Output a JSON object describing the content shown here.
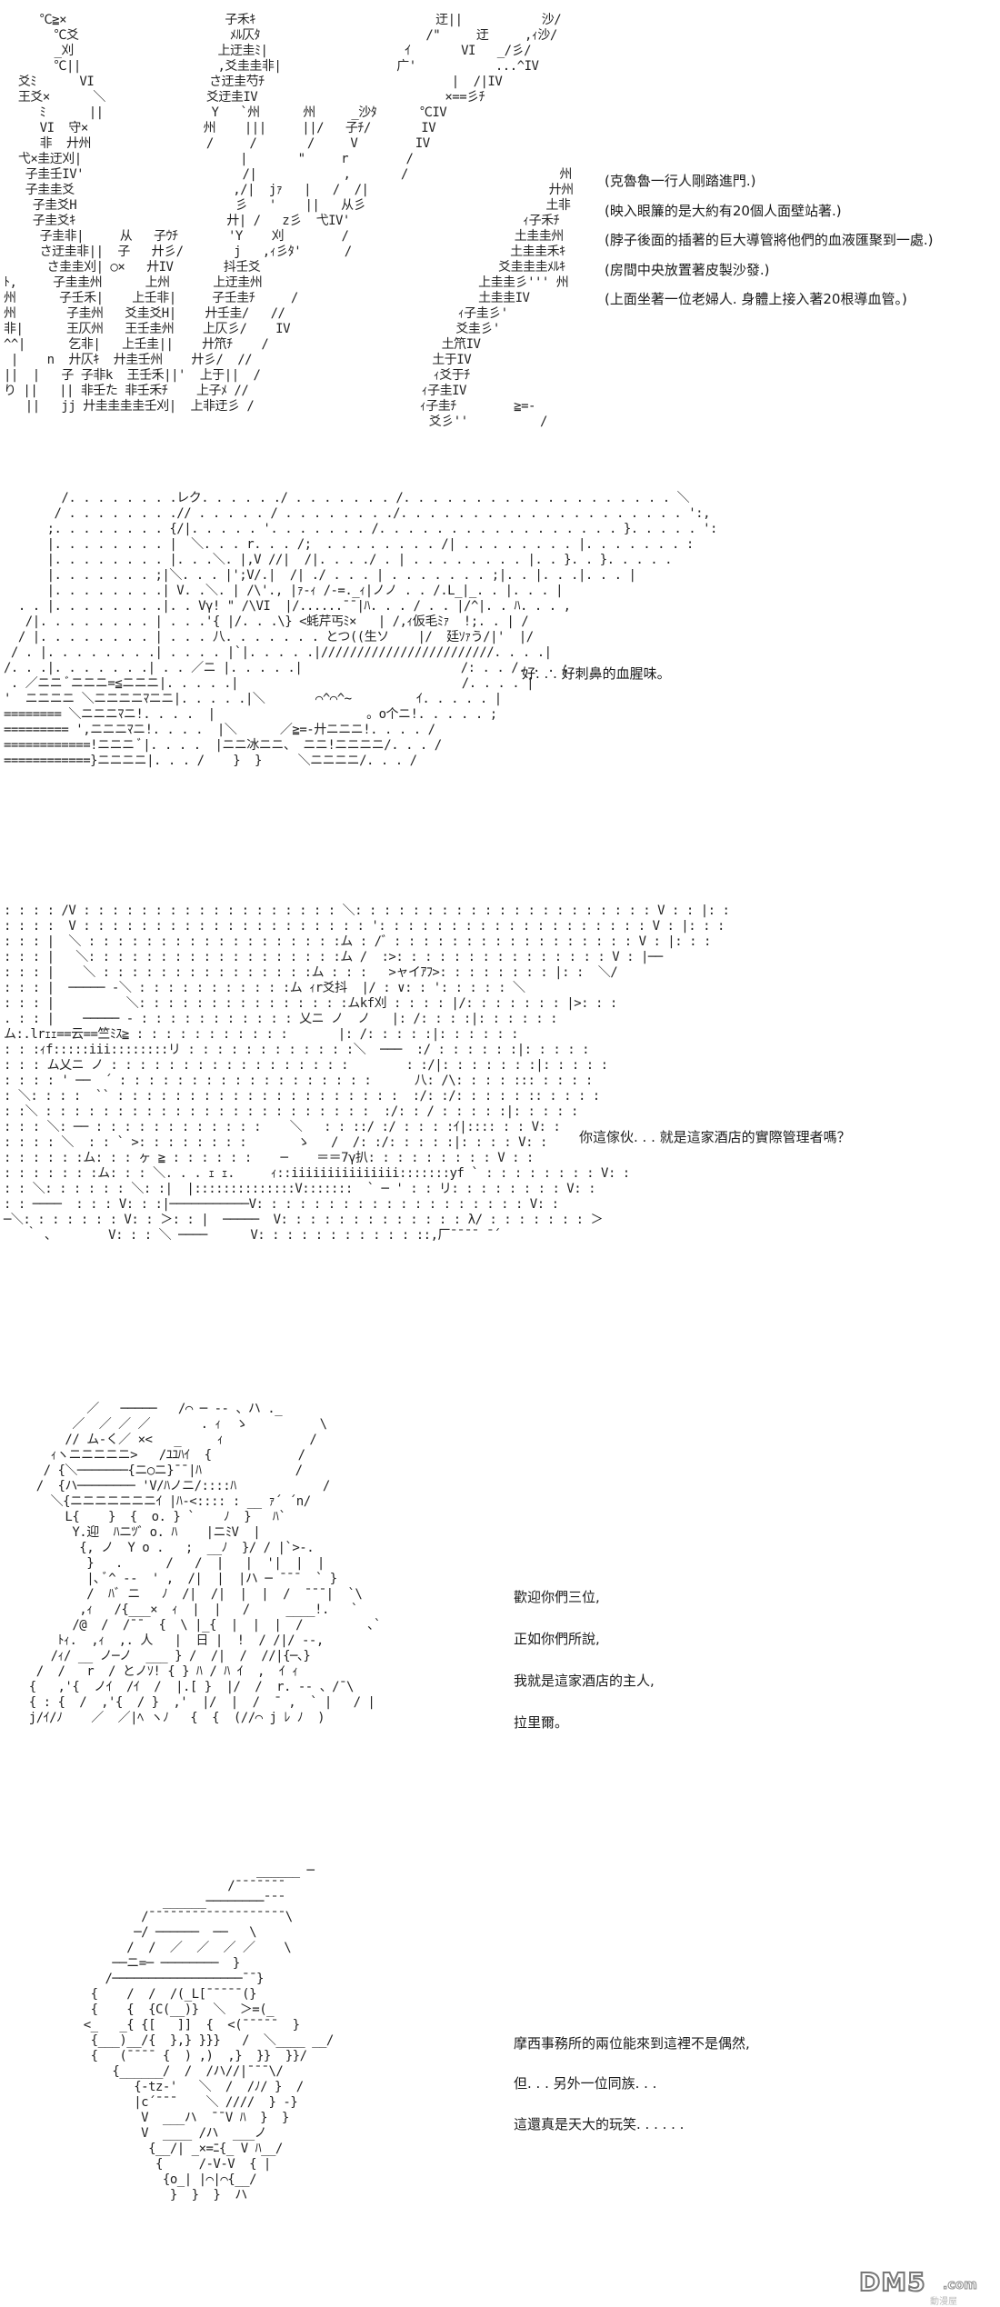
{
  "panels": [
    {
      "art": "     ℃≧×                      子禾ｷ                         迂||           沙/\n       ℃爻                     ﾒﾙ仄ﾀ                       /\"     迂     ,ｨ沙/\n       _刈                    上迂圭ﾐ|                   ｲ       VI   _/彡/\n       ℃||                   ,爻圭圭非|                广'           ...^IV\n  爻ﾐ      VI                さ迂圭芍ﾁ                          |  /|IV\n  王爻×      ＼              爻迂圭IV                          ×==彡ﾁ\n     ﾐ      ||               Y   `州      州     _沙ﾀ      ℃IV\n     VI  守×                州    |||     ||/   子ﾁ/       IV\n     非  廾州                /     /       /     V        IV\n  弋×圭迂刈|                      |       \"     r        /\n   子圭壬IV'                      /|            ,       /                     州\n   子圭圭爻                      ,/|  jｧ   |   /  /|                         廾州\n    子圭爻H                      彡   '    ||   从彡                         土非\n    子圭爻ｷ                     廾| /   z彡  弋IV'                        ｨ子禾ﾁ\n     子圭非|     从   子ｳﾁ       'Y    刈        /                       土圭圭州\n     さ迂圭非||  子   廾彡/       j   ,ｨ彡ﾀ'      /                      土圭圭禾ｷ\n      さ圭圭刈| ○×   廾IV       抖壬爻                                 爻圭圭圭ﾒﾙｷ\nﾄ,     子圭圭州      上州      上迂圭州                              上圭圭彡''' 州\n州      子壬禾|    上壬非|     子壬圭ﾁ     /                         土圭圭IV\n州       子圭州   爻圭爻H|    廾壬圭/   //                        ｨ子圭彡'\n非|      王仄州   王壬圭州    上仄彡/    IV                       爻圭彡'\n^^|      乞非|   上壬圭||    廾笊ﾁ    /                        土笊IV\n |    n  廾仄ｷ  廾圭壬州    廾彡/  //                         土于IV\n||  |   子 子非k  王壬禾||'  上于||  /                        ｨ爻于ﾁ\nり ||   || 非壬た 非壬禾ﾁ    上子ﾒ //                        ｨ子圭IV\n   ||   jj 廾圭圭圭圭壬刈|  上非迂彡 /                       ｨ子圭ﾁ        ≧=-\n                                                           爻彡''          /",
      "lines": [
        "(克魯魯一行人剛踏進門.)",
        "(映入眼簾的是大約有20個人面壁站著.)",
        "(脖子後面的插著的巨大導管將他們的血液匯聚到一處.)",
        "(房間中央放置著皮製沙發.)",
        "(上面坐著一位老婦人. 身體上接入著20根導血管。)"
      ]
    },
    {
      "art": "        /. . . . . . . .レク. . . . . ./ . . . . . . . /. . . . . . . . . . . . . . . . . . . ＼\n       / . . . . . . . .// . . . . . / . . . . . . . ./. . . . . . . . . . . . . . . . . . . . ':,\n      ;. . . . . . . . {/|. . . . . '. . . . . . . /. . . . . . . . . . . . . . . . . }. . . . . ':\n      |. . . . . . . . |  ＼. . . r. . . /;  . . . . . . . . /| . . . . . . . . |. . . . . . . :\n      |. . . . . . . . |. . .＼. |,V //|  /|. . . ./ . | . . . . . . . . |. . }. . }. . . . .\n      |. . . . . . . ;|＼. . . |';V/.|  /| ./ . . . | . . . . . . . ;|. . |. . .|. . . |\n      |. . . . . . . .| V. .＼. | /\\'., |ｧ-ｨ /-=._ｨ|ノノ . . /.L_|_. . |. . . |\n  . . |. . . . . . . .|. . Vγ! \" /\\VI  |/......¯¯|ﾊ. . . / . . |/^|. . ﾊ. . . ,\n   /|. . . . . . . . | . . .'{ |/. . .\\} <蚝芹丐ﾐ×   | /,ｨ仮毛ﾐｧ  !;. . | /\n  / |. . . . . . . . | . . . 八. . . . . . . とつ((生ソ    |/  廷ｿｧう/|'  |/\n / . |. . . . . . . .| . . . . |`|. . . . .|////////////////////////. . . .|\n/. . .|. . . . . . .| . . ／ニ |. . . . .|                      /: . . /. . . ;\n . ／ニニ ﾞニニニ=≦ニニニ|. . . . .|                               /. . . . |\n'  ニニニニ ＼ニニニニﾏニニ|. . . . .|＼       ⌒^⌒^~         ｲ. . . . . |\n======== ＼ニニニﾏニ!. . . .  |                     。o个ニ!. . . . . ;\n========= ',ニニニﾏニ!. . . .  |＼      ／≧=-廾ニニニ!. . . . /\n============!ニニニ ﾞ|. . . .  |ニニ冰ニニ、 ニニ!ニニニニ/. . . /\n============}ニニニニ|. . . /    }  }     ＼ニニニニ/. . . /",
      "lines": [
        "好. . . 好刺鼻的血腥味。"
      ]
    },
    {
      "art": ": : : : /V : : : : : : : : : : : : : : : : : : ＼: : : : : : : : : : : : : : : : : : : : : V : : |: :\n: : : :  V : : : : : : : : : : : : : : : : : : : : ': : : : : : : : : : : : : : : : : : : V : |: : :\n: : : |  ＼ : : : : : : : : : : : : : : : : : :ム : /゛: : : : : : : : : : : : : : : : : V : |: : :\n: : : |   ＼: : : : : : : : : : : : : : : : : :ム /  :>: : : : : : : : : : : : : : : V : |──\n: : : |    ＼ : : : : : : : : : : : : : : :ム : : :   >ャイｱﾌ>: : : : : : : : |: :  ＼/\n: : : |  ───── -＼ : : : : : : : : : : :ム ｨr爻抖  |/ : ∨: : ': : : : : ＼\n: : : |          ＼: : : : : : : : : : : : : : :ムkf刈 : : : : |/: : : : : : : |>: : :\n. : : |    ───── - : : : : : : : : : : : 乂ニ ノ  ノ   |: /: : : :|: : : : : :\nム:.lrｪｪ==云==竺ﾐｽ≧ : : : : : : : : : : :       |: /: : : : :|: : : : : :\n: : :ｨf:::::iii::::::::リ : : : : : : : : : : : :＼  ───  :/ : : : : : :|: : : : :\n: : : ム乂ニ ノ : : : : : : : : : : : : : : : : :        : :/|: : : : : : :|: : : : :\n: : : : ' ──  ´ : : : : : : : : : : : : : : : : : :      八: /\\: : : : ::: : : : :\n: ＼: : : :  `` : : : : : : : : : : : : : : : : : : : :  :/: :/: : : : : :: : : : :\n: :＼ : : : : : : : : : : : : : : : : : : : : : : :  :/: : / : : : : :|: : : : :\n: : : ＼: ── : : : : : : : : : : : :    ＼   : : ::/ :/ : : : :ｲ|:::: : : V: :\n: : : : ＼  : : ` >: : : : : : : :       ゝ   /  /: :/: : : : :|: : : : V: :\n: : : : : :ム: : : ヶ ≧ : : : : : :    ─    ＝＝7γ扒: : : : : : : : : V : :\n: : : : : : :ム: : : ＼. . . ｪ ｪ.     ｨ::iiiiiiiiiiiiiii:::::::yf ` : : : : : : : : V: :\n: : ＼: : : : : : ＼: :|  |::::::::::::::V:::::::  ` ─ ' : : リ: : : : : : : : V: :\n: : ────  : : : V: : :|───────────V: : : : : : : : : : : : : : : : : : : V: :\n─＼: : : : : : : V: : ＞: : |  ─────  V: : : : : : : : : : : : : λ/ : : : : : : : ＞\n   ｀ ､        V: : : ＼ ────      V: : : : : : : : : : : ::,厂¯¯¯¯ ̄ ´",
      "lines": [
        "你這傢伙. . . 就是這家酒店的實際管理者嗎？"
      ]
    },
    {
      "art": "           ／   ─────   /⌒ ─ -- 、ハ ._\n         ／  ／ ／ ／       . ｨ  ゝ          \\\n        // ム‐く／ ×<   _     ｨ            /\n      ｨヽニニニニニ>   /ﾕﾕﾊｲ  {            /\n     / {＼───────{ニ○ニ}¯¯|ﾊ             /\n    /  {ハ──────── 'V/ﾊノニ/::::ﾊ            /\n      ＼{ニニニニニニニｲ |ﾊ-<:::: : __ ｧ´ ´n/\n        L{    }  {  o. } `    ﾉ  }   ﾊ`\n         Y.迎  ﾊニﾂ゛o. ﾊ    |ニﾐV  |\n          {, ノ  Y o .   ;  __ﾉ  }/ / |`>-.\n           }   .      /   /  |   |  '|  |  |\n           |､ ﾞ^ --  ' ,  /|  |  |ハ ─ ¯¯¯  ` }\n           /  ﾊﾞ ニ   ﾉ  /|  /|  |  |  /  ¯¯¯|  `\\\n          ,ｨ   /{___×  ｨ  |  |   /     ____!.   `\n         /@  /  /¯¯  {  \\ |_{  |  |  |  /         ､`\n       ﾄｨ.  ,ｨ  ,. 人   |  日 |  !  / /|/ --,\n      /ｨ/ __ ノ─ノ  ___ } /  /|  /  //|{─、}\n    /  /   r  / とノｿ! { } ﾊ / ﾊ ｲ  ,  ｲ ｨ\n   {   ,'{  ノｲ  /ｲ  /  |.[ }  |/  /  r. -- 、/¯\\\n   { : {  /  ,'{  / }  ,'  |/  |  /  ¯ ,  ` |   / |\n   j/ｲ/ﾉ    ／  ／|ﾍ ヽﾉ   {  {  (//⌒ j ﾚ ﾉ  )",
      "lines": [
        "歡迎你們三位,",
        "正如你們所說,",
        "我就是這家酒店的主人,",
        "拉里爾。"
      ]
    },
    {
      "art": "                            ______ ─\n                        /¯¯¯¯¯¯¯\n               ______────────¯¯¯\n            /¯¯¯¯¯¯¯¯¯¯¯¯¯¯¯¯¯¯¯\\\n           ─/ ──────  ──   \\\n          /  /  ／  ／  ／ ／    \\\n        ──ニ=─ ────────  }\n       /──────────────────¯¯}\n     {    /  /  /(_L[¯¯¯¯¯(}\n     {    {  {C(__)}  ＼  ＞=(_\n    <_   _{ {[   ]]  {  <(¯¯¯¯¯  }\n     {___)__/{  },} }}}   /  ＼____ __/\n     {   (¯¯¯¯ {  ) ,)  ,}  }}  }}/\n        {______/  /  /ハ//|¯¯¯\\/\n           {-tz-'   ＼  /  /ﾉ/ }  /\n           |c´¯¯¯    ＼ ////  } -}\n            V  ___ハ  ¯¯V ﾊ  }  }\n            V  ____ /ハ  ___ノ\n             {__/| _×=ﾆ{_ V ﾊ__/\n              {     /-V-V  { |\n               {o_| |⌒|⌒{__/\n                }  }  }  ハ",
      "lines": [
        "摩西事務所的兩位能來到這裡不是偶然,",
        "但. . . 另外一位同族. . .",
        "這還真是天大的玩笑. . . . . ."
      ]
    }
  ],
  "watermark": {
    "brand": "DM5",
    "suffix": ".com",
    "subtitle": "動漫屋"
  }
}
